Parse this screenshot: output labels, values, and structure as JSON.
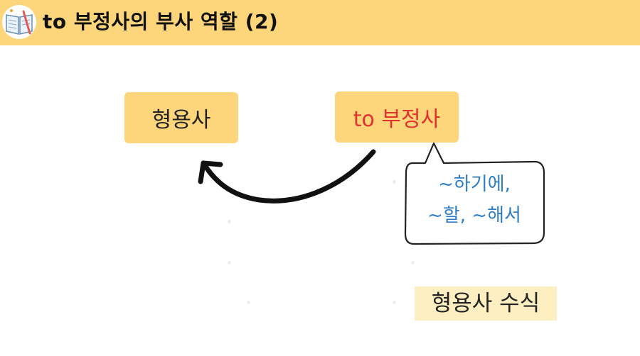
{
  "header": {
    "title": "to 부정사의 부사 역할 (2)",
    "icon": "open-book-icon",
    "background_color": "#fdd57b"
  },
  "diagram": {
    "adjective_box": "형용사",
    "infinitive_box": "to 부정사",
    "speech_bubble": {
      "line1": "~하기에,",
      "line2": "~할, ~해서"
    },
    "caption": "형용사 수식",
    "arrow_direction": "from infinitive to adjective",
    "colors": {
      "box_fill": "#fdd57b",
      "infinitive_text": "#e0332f",
      "bubble_text": "#2f7dc4",
      "caption_highlight": "#feefc3"
    }
  }
}
